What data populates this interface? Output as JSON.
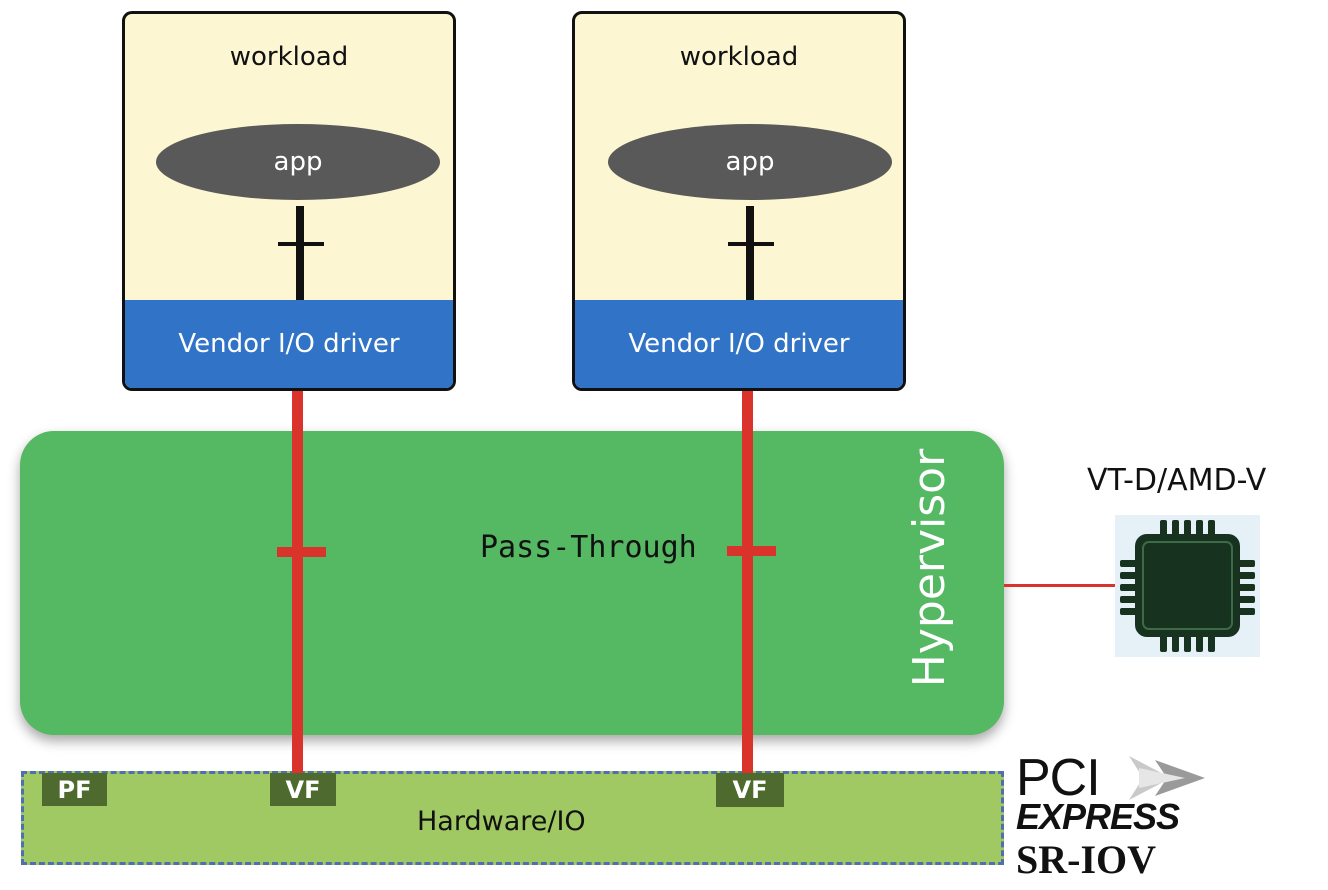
{
  "workloads": [
    {
      "title": "workload",
      "app_label": "app",
      "driver_label": "Vendor I/O driver"
    },
    {
      "title": "workload",
      "app_label": "app",
      "driver_label": "Vendor I/O driver"
    }
  ],
  "hypervisor": {
    "label": "Hypervisor",
    "passthrough_label": "Pass-Through"
  },
  "hardware": {
    "label": "Hardware/IO",
    "pf_label": "PF",
    "vf_labels": [
      "VF",
      "VF"
    ]
  },
  "chip": {
    "label": "VT-D/AMD-V",
    "icon": "cpu-chip-icon"
  },
  "pcie_logo": {
    "line1": "PCI",
    "line2": "EXPRESS",
    "line3": "SR-IOV"
  },
  "colors": {
    "workload_bg": "#fcf6d2",
    "app": "#595959",
    "driver": "#3173c6",
    "hypervisor": "#55b862",
    "hardware": "#a1c963",
    "link": "#d9332b",
    "function_badge": "#4e6a2e",
    "chip": "#17321e"
  }
}
